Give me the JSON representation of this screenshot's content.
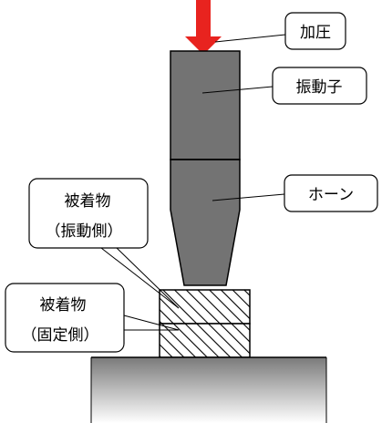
{
  "labels": {
    "pressure": "加圧",
    "vibrator": "振動子",
    "horn": "ホーン",
    "upper_workpiece_line1": "被着物",
    "upper_workpiece_line2": "（振動側）",
    "lower_workpiece_line1": "被着物",
    "lower_workpiece_line2": "（固定側）"
  },
  "colors": {
    "arrow": "#e8231f",
    "body": "#737373",
    "outline": "#000000",
    "base_top": "#7a7a7a",
    "base_bottom": "#ffffff"
  }
}
